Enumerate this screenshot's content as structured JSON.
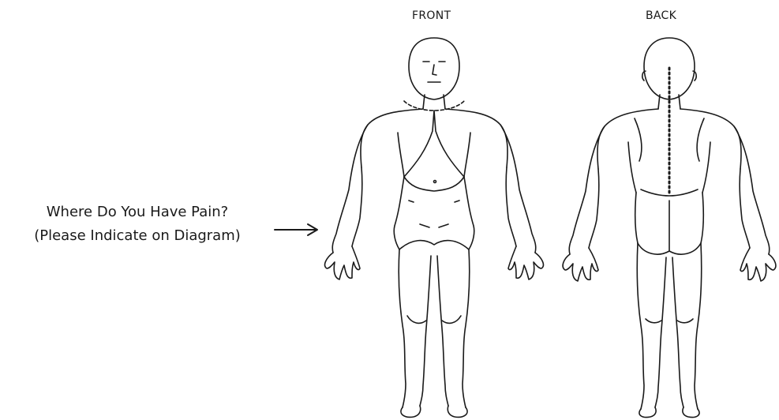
{
  "views": {
    "front_label": "FRONT",
    "back_label": "BACK"
  },
  "prompt": {
    "line1": "Where Do You Have Pain?",
    "line2": "(Please Indicate on Diagram)"
  },
  "colors": {
    "ink": "#1a1a1a",
    "background": "#ffffff"
  },
  "icons": {
    "pointer": "arrow-right-icon"
  }
}
